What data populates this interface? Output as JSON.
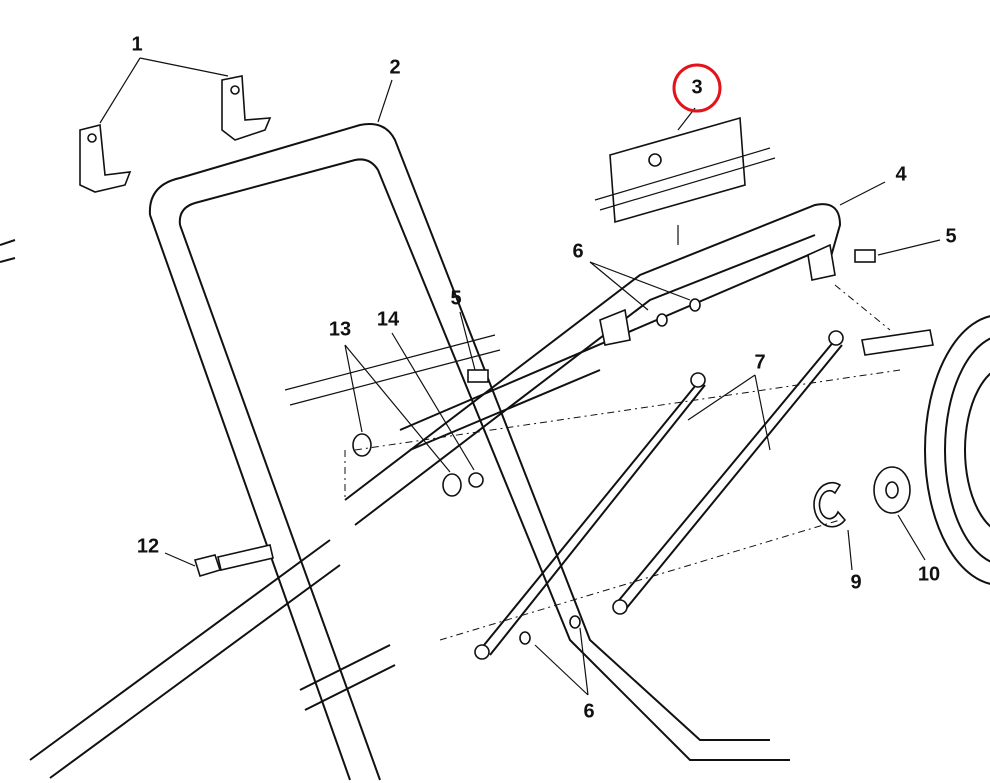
{
  "diagram": {
    "callouts": [
      {
        "id": "c1",
        "text": "1"
      },
      {
        "id": "c2",
        "text": "2"
      },
      {
        "id": "c3",
        "text": "3",
        "highlighted": true
      },
      {
        "id": "c4",
        "text": "4"
      },
      {
        "id": "c5a",
        "text": "5"
      },
      {
        "id": "c5b",
        "text": "5"
      },
      {
        "id": "c6a",
        "text": "6"
      },
      {
        "id": "c6b",
        "text": "6"
      },
      {
        "id": "c7",
        "text": "7"
      },
      {
        "id": "c9",
        "text": "9"
      },
      {
        "id": "c10",
        "text": "10"
      },
      {
        "id": "c12",
        "text": "12"
      },
      {
        "id": "c13",
        "text": "13"
      },
      {
        "id": "c14",
        "text": "14"
      }
    ],
    "highlight_color": "#e3131b"
  }
}
